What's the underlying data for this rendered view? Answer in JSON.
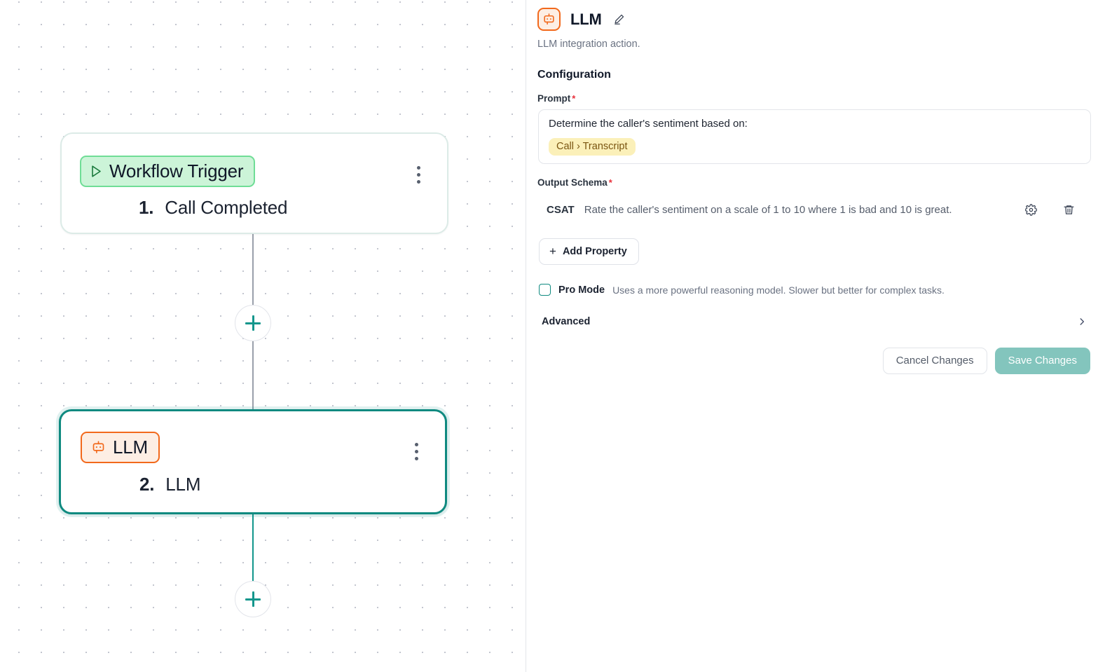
{
  "canvas": {
    "nodes": [
      {
        "badge_label": "Workflow Trigger",
        "badge_icon": "play-triangle-icon",
        "index": "1.",
        "title": "Call Completed",
        "menu_icon": "kebab-menu-icon",
        "selected": false
      },
      {
        "badge_label": "LLM",
        "badge_icon": "robot-chat-icon",
        "index": "2.",
        "title": "LLM",
        "menu_icon": "kebab-menu-icon",
        "selected": true
      }
    ],
    "add_node_icon": "plus-icon",
    "colors": {
      "edge": "#9aa0ab",
      "edge_selected": "#12968c",
      "accent_teal": "#12968c",
      "accent_orange": "#f2691c",
      "accent_green": "#6fdd96"
    }
  },
  "panel": {
    "icon": "robot-chat-icon",
    "title": "LLM",
    "edit_icon": "pencil-icon",
    "subtitle": "LLM integration action.",
    "section_title": "Configuration",
    "prompt": {
      "label": "Prompt",
      "required_marker": "*",
      "value": "Determine the caller's sentiment based on:",
      "chip": "Call › Transcript",
      "placeholder": "Determine the caller's sentiment based on:"
    },
    "output_schema": {
      "label": "Output Schema",
      "required_marker": "*",
      "rows": [
        {
          "key": "CSAT",
          "description": "Rate the caller's sentiment on a scale of 1 to 10 where 1 is bad and 10 is great.",
          "settings_icon": "gear-icon",
          "delete_icon": "trash-icon"
        }
      ],
      "add_property_label": "Add Property",
      "add_property_icon": "plus-icon"
    },
    "pro_mode": {
      "label": "Pro Mode",
      "description": "Uses a more powerful reasoning model. Slower but better for complex tasks.",
      "checked": false
    },
    "advanced": {
      "label": "Advanced",
      "chevron_icon": "chevron-right-icon",
      "expanded": false
    },
    "buttons": {
      "cancel": "Cancel Changes",
      "save": "Save Changes",
      "save_color": "#83c5bd"
    }
  }
}
